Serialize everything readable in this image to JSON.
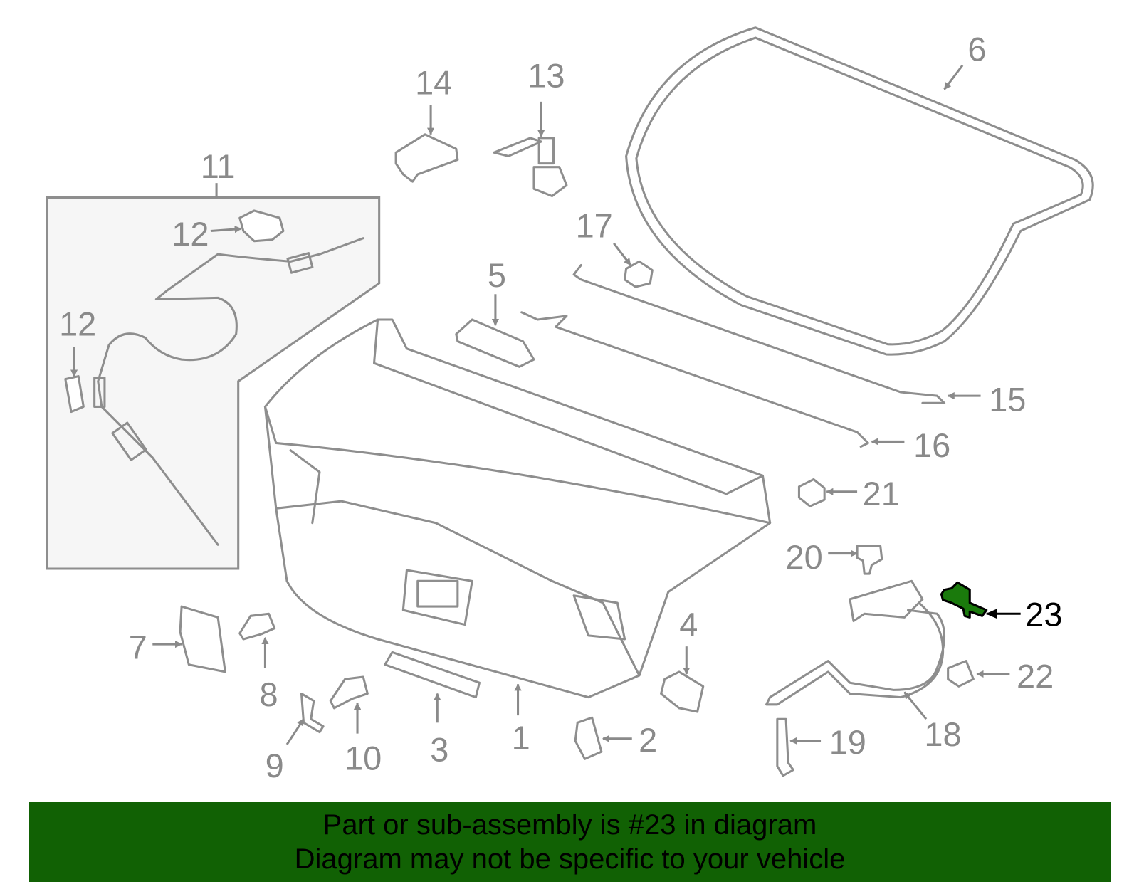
{
  "diagram": {
    "highlighted_part": "23",
    "highlight_color": "#1a7a0c",
    "line_color": "#8e8e8e",
    "callouts": [
      "1",
      "2",
      "3",
      "4",
      "5",
      "6",
      "7",
      "8",
      "9",
      "10",
      "11",
      "12",
      "12",
      "13",
      "14",
      "15",
      "16",
      "17",
      "18",
      "19",
      "20",
      "21",
      "22",
      "23"
    ]
  },
  "banner": {
    "line1": "Part or sub-assembly is #23 in diagram",
    "line2": "Diagram may not be specific to your vehicle",
    "background": "#116104"
  }
}
